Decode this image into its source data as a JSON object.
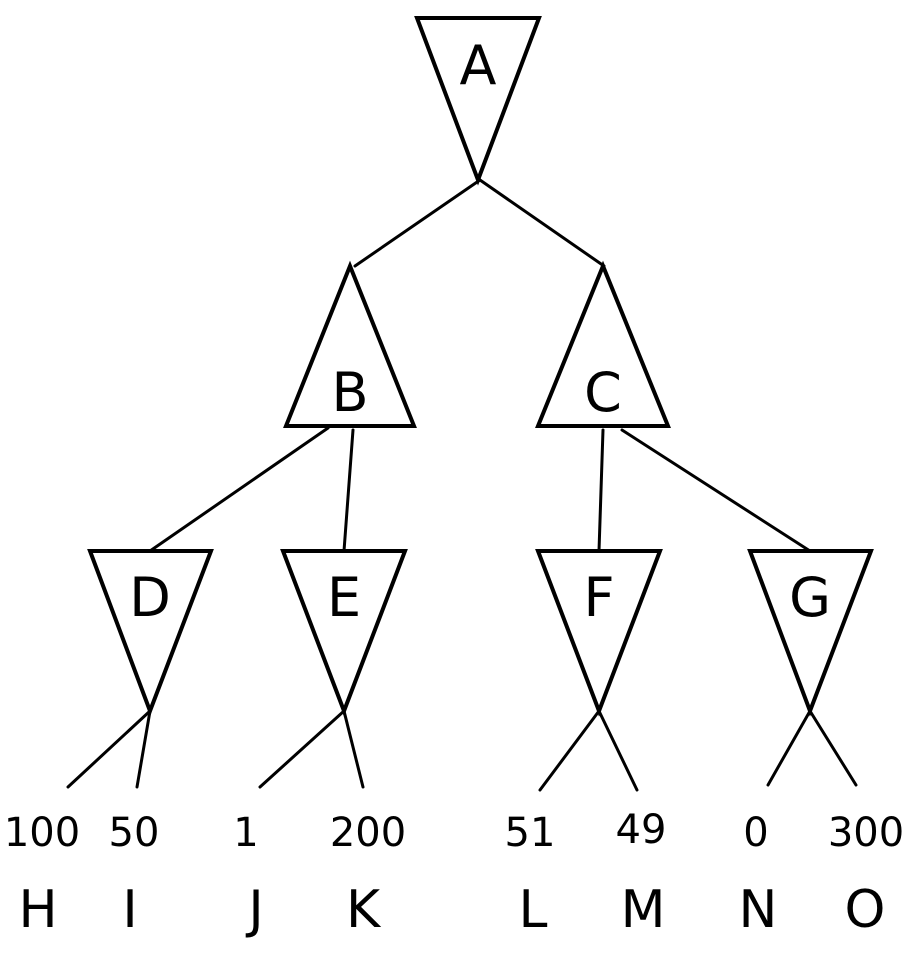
{
  "nodes": {
    "A": {
      "label": "A",
      "type": "min"
    },
    "B": {
      "label": "B",
      "type": "max"
    },
    "C": {
      "label": "C",
      "type": "max"
    },
    "D": {
      "label": "D",
      "type": "min"
    },
    "E": {
      "label": "E",
      "type": "min"
    },
    "F": {
      "label": "F",
      "type": "min"
    },
    "G": {
      "label": "G",
      "type": "min"
    }
  },
  "leaves": [
    {
      "name": "H",
      "value": "100"
    },
    {
      "name": "I",
      "value": "50"
    },
    {
      "name": "J",
      "value": "1"
    },
    {
      "name": "K",
      "value": "200"
    },
    {
      "name": "L",
      "value": "51"
    },
    {
      "name": "M",
      "value": "49"
    },
    {
      "name": "N",
      "value": "0"
    },
    {
      "name": "O",
      "value": "300"
    }
  ],
  "edges": [
    [
      "A",
      "B"
    ],
    [
      "A",
      "C"
    ],
    [
      "B",
      "D"
    ],
    [
      "B",
      "E"
    ],
    [
      "C",
      "F"
    ],
    [
      "C",
      "G"
    ],
    [
      "D",
      "H"
    ],
    [
      "D",
      "I"
    ],
    [
      "E",
      "J"
    ],
    [
      "E",
      "K"
    ],
    [
      "F",
      "L"
    ],
    [
      "F",
      "M"
    ],
    [
      "G",
      "N"
    ],
    [
      "G",
      "O"
    ]
  ]
}
